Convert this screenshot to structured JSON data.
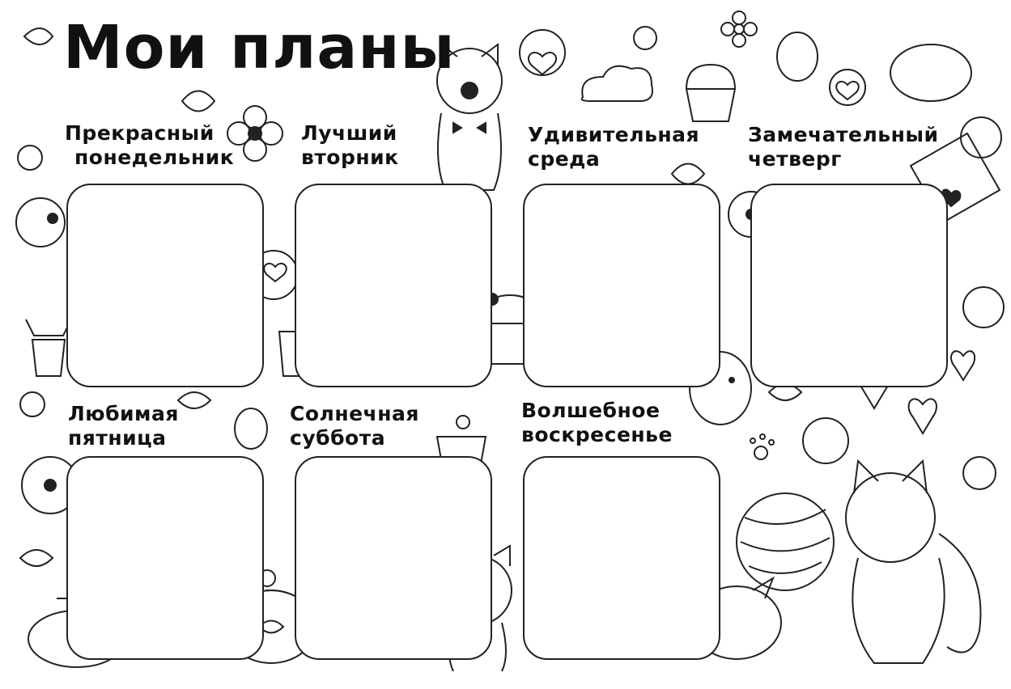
{
  "title": "Мои планы",
  "days": [
    {
      "line1": "Прекрасный",
      "line2": "понедельник"
    },
    {
      "line1": "Лучший",
      "line2": "вторник"
    },
    {
      "line1": "Удивительная",
      "line2": "среда"
    },
    {
      "line1": "Замечательный",
      "line2": "четверг"
    },
    {
      "line1": "Любимая",
      "line2": "пятница"
    },
    {
      "line1": "Солнечная",
      "line2": "суббота"
    },
    {
      "line1": "Волшебное",
      "line2": "воскресенье"
    }
  ]
}
